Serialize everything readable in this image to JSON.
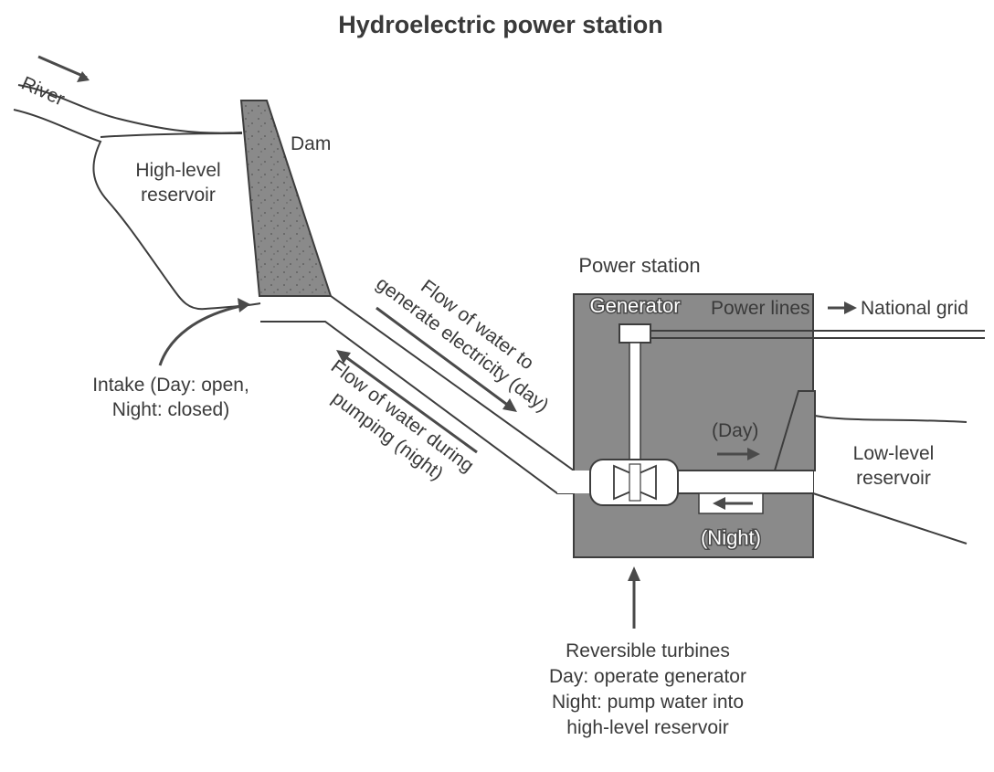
{
  "title": "Hydroelectric power station",
  "labels": {
    "river": "River",
    "dam": "Dam",
    "high_reservoir_line1": "High-level",
    "high_reservoir_line2": "reservoir",
    "intake_line1": "Intake (Day: open,",
    "intake_line2": "Night: closed)",
    "flow_generate_line1": "Flow of water to",
    "flow_generate_line2": "generate electricity (day)",
    "flow_pump_line1": "Flow of water during",
    "flow_pump_line2": "pumping (night)",
    "power_station": "Power station",
    "generator": "Generator",
    "power_lines": "Power lines",
    "national_grid": "National grid",
    "day": "(Day)",
    "night": "(Night)",
    "low_reservoir_line1": "Low-level",
    "low_reservoir_line2": "reservoir",
    "turbines_line1": "Reversible turbines",
    "turbines_line2": "Day: operate generator",
    "turbines_line3": "Night: pump water into",
    "turbines_line4": "high-level reservoir"
  },
  "colors": {
    "structure_fill": "#8a8a8a",
    "line": "#3d3d3d",
    "text": "#3a3a3a",
    "background": "#ffffff"
  }
}
